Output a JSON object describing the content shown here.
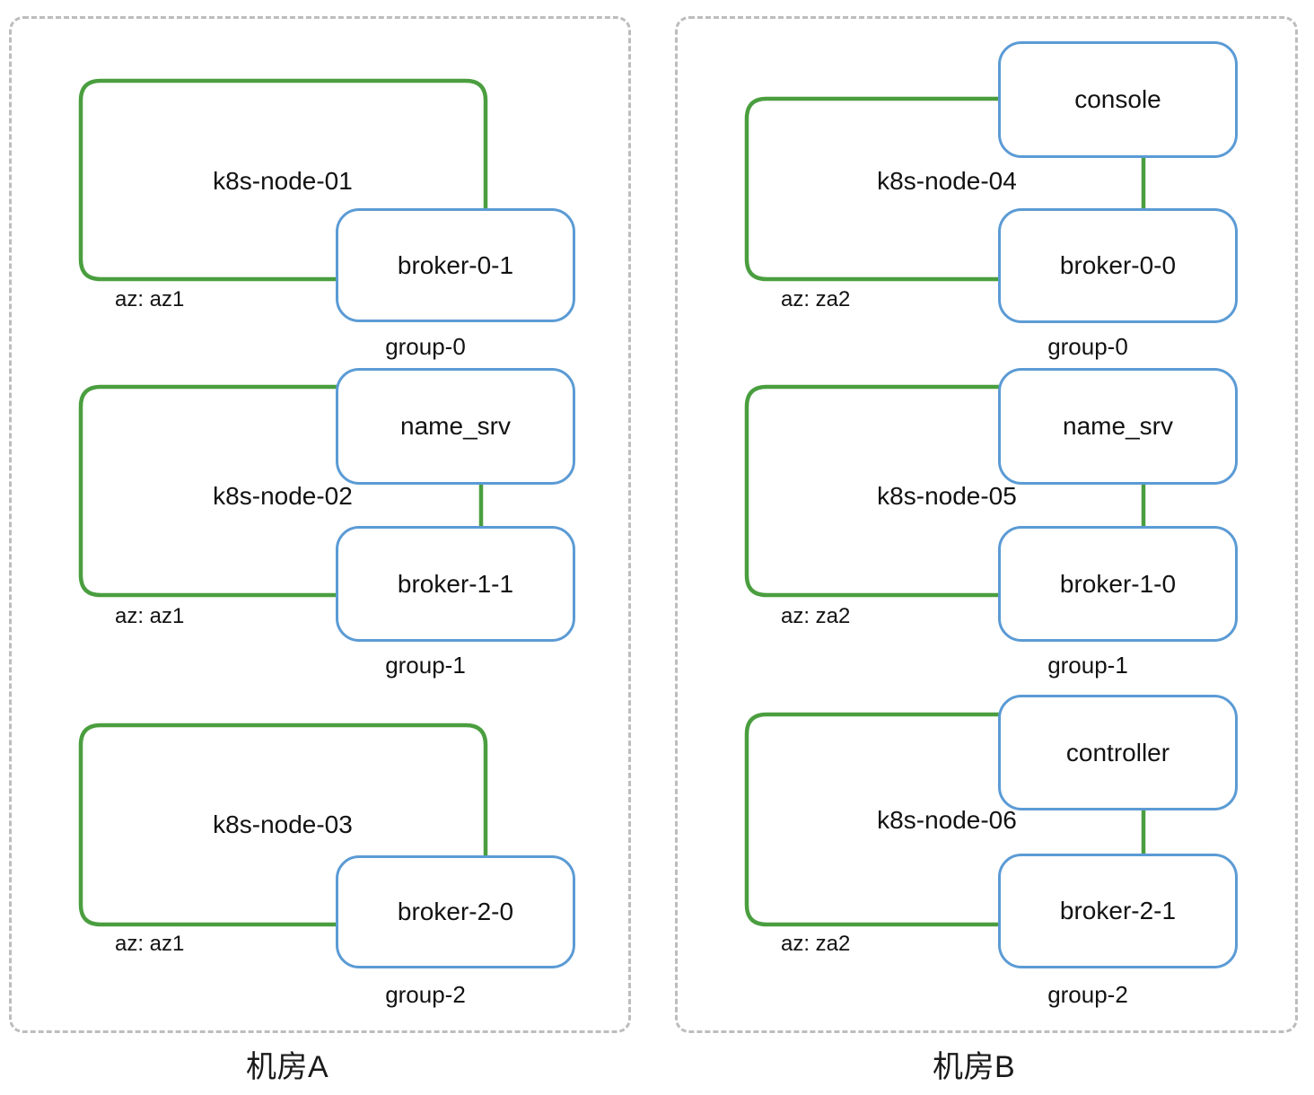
{
  "diagram": {
    "title_a": "机房A",
    "title_b": "机房B",
    "colors": {
      "node_outline": "#4a9e3f",
      "pod_border": "#5b9bd5",
      "dc_border": "#bdbdbd",
      "text": "#121212"
    }
  },
  "datacenters": [
    {
      "id": "dc-a",
      "caption": "机房A",
      "nodes": [
        {
          "name": "k8s-node-01",
          "az": "az: az1",
          "pods": [
            {
              "label": "broker-0-1",
              "group": "group-0"
            }
          ]
        },
        {
          "name": "k8s-node-02",
          "az": "az: az1",
          "pods": [
            {
              "label": "name_srv",
              "group": ""
            },
            {
              "label": "broker-1-1",
              "group": "group-1"
            }
          ]
        },
        {
          "name": "k8s-node-03",
          "az": "az: az1",
          "pods": [
            {
              "label": "broker-2-0",
              "group": "group-2"
            }
          ]
        }
      ]
    },
    {
      "id": "dc-b",
      "caption": "机房B",
      "nodes": [
        {
          "name": "k8s-node-04",
          "az": "az: za2",
          "pods": [
            {
              "label": "console",
              "group": ""
            },
            {
              "label": "broker-0-0",
              "group": "group-0"
            }
          ]
        },
        {
          "name": "k8s-node-05",
          "az": "az: za2",
          "pods": [
            {
              "label": "name_srv",
              "group": ""
            },
            {
              "label": "broker-1-0",
              "group": "group-1"
            }
          ]
        },
        {
          "name": "k8s-node-06",
          "az": "az: za2",
          "pods": [
            {
              "label": "controller",
              "group": ""
            },
            {
              "label": "broker-2-1",
              "group": "group-2"
            }
          ]
        }
      ]
    }
  ],
  "labels": {
    "dc_a_caption": "机房A",
    "dc_b_caption": "机房B",
    "node01_name": "k8s-node-01",
    "node01_az": "az: az1",
    "node02_name": "k8s-node-02",
    "node02_az": "az: az1",
    "node03_name": "k8s-node-03",
    "node03_az": "az: az1",
    "node04_name": "k8s-node-04",
    "node04_az": "az: za2",
    "node05_name": "k8s-node-05",
    "node05_az": "az: za2",
    "node06_name": "k8s-node-06",
    "node06_az": "az: za2",
    "pod_broker01": "broker-0-1",
    "pod_namesrv_a": "name_srv",
    "pod_broker11": "broker-1-1",
    "pod_broker20": "broker-2-0",
    "pod_console": "console",
    "pod_broker00": "broker-0-0",
    "pod_namesrv_b": "name_srv",
    "pod_broker10": "broker-1-0",
    "pod_controller": "controller",
    "pod_broker21": "broker-2-1",
    "group0_a": "group-0",
    "group1_a": "group-1",
    "group2_a": "group-2",
    "group0_b": "group-0",
    "group1_b": "group-1",
    "group2_b": "group-2"
  }
}
